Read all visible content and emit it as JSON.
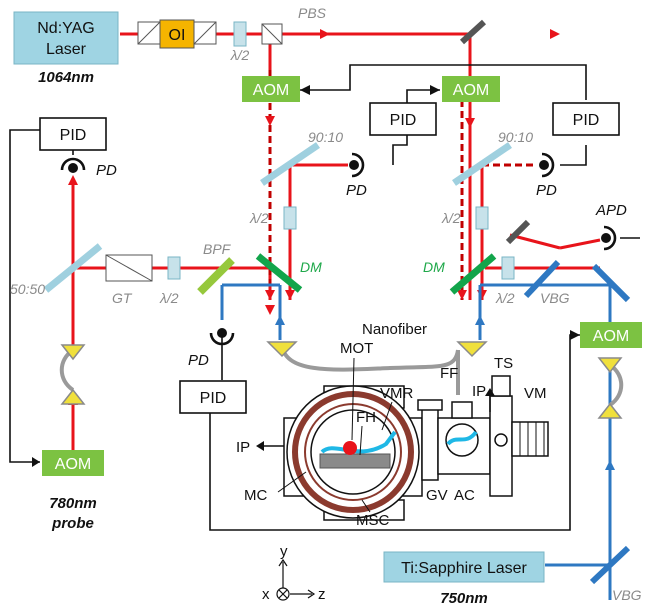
{
  "labels": {
    "laser_main": [
      "Nd:YAG",
      "Laser"
    ],
    "laser_main_wl": "1064nm",
    "oi": "OI",
    "pbs": "PBS",
    "half_wave": "λ/2",
    "aom": "AOM",
    "pid": "PID",
    "splitter_9010": "90:10",
    "pd": "PD",
    "apd": "APD",
    "bpf": "BPF",
    "dm": "DM",
    "gt": "GT",
    "splitter_5050": "50:50",
    "vbg": "VBG",
    "nanofiber": "Nanofiber",
    "mot": "MOT",
    "fh": "FH",
    "vmr": "VMR",
    "ff": "FF",
    "ts": "TS",
    "ip": "IP",
    "vm": "VM",
    "mc": "MC",
    "msc": "MSC",
    "gv": "GV",
    "ac": "AC",
    "probe_wl": "780nm",
    "probe": "probe",
    "ti_laser": "Ti:Sapphire Laser",
    "ti_wl": "750nm",
    "axis_y": "y",
    "axis_x": "x",
    "axis_z": "z"
  },
  "colors": {
    "red_beam": "#e8141b",
    "blue_beam": "#2e78c2",
    "dark_red": "#c00000",
    "laser_box": "#9fd4e3",
    "aom_box": "#7cc242",
    "filter_green": "#96c83c",
    "dm_green": "#12a54b",
    "optic_blue": "#9fd0df",
    "yellow": "#f0e03c",
    "chamber_brown": "#8b3a2e",
    "fiber_grey": "#9a9a9a"
  }
}
